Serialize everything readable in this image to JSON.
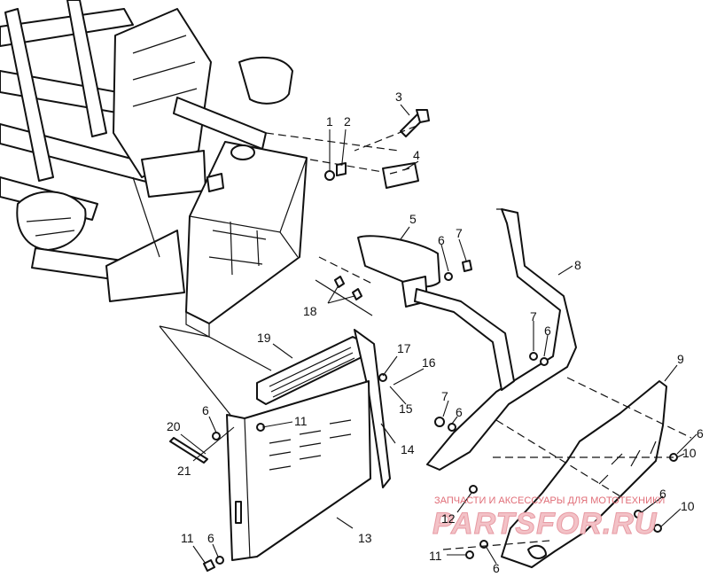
{
  "callouts": [
    {
      "id": "c1",
      "text": "1"
    },
    {
      "id": "c2",
      "text": "2"
    },
    {
      "id": "c3",
      "text": "3"
    },
    {
      "id": "c4",
      "text": "4"
    },
    {
      "id": "c5",
      "text": "5"
    },
    {
      "id": "c6a",
      "text": "6"
    },
    {
      "id": "c7a",
      "text": "7"
    },
    {
      "id": "c8",
      "text": "8"
    },
    {
      "id": "c18",
      "text": "18"
    },
    {
      "id": "c7b",
      "text": "7"
    },
    {
      "id": "c6b",
      "text": "6"
    },
    {
      "id": "c9",
      "text": "9"
    },
    {
      "id": "c19",
      "text": "19"
    },
    {
      "id": "c17",
      "text": "17"
    },
    {
      "id": "c16",
      "text": "16"
    },
    {
      "id": "c15",
      "text": "15"
    },
    {
      "id": "c7c",
      "text": "7"
    },
    {
      "id": "c6c",
      "text": "6"
    },
    {
      "id": "c20",
      "text": "20"
    },
    {
      "id": "c6d",
      "text": "6"
    },
    {
      "id": "c11a",
      "text": "11"
    },
    {
      "id": "c21",
      "text": "21"
    },
    {
      "id": "c14",
      "text": "14"
    },
    {
      "id": "c6e",
      "text": "6"
    },
    {
      "id": "c10a",
      "text": "10"
    },
    {
      "id": "c6f",
      "text": "6"
    },
    {
      "id": "c10b",
      "text": "10"
    },
    {
      "id": "c12",
      "text": "12"
    },
    {
      "id": "c11b",
      "text": "11"
    },
    {
      "id": "c6g",
      "text": "6"
    },
    {
      "id": "c13",
      "text": "13"
    },
    {
      "id": "c11c",
      "text": "11"
    },
    {
      "id": "c6h",
      "text": "6"
    }
  ],
  "watermark": {
    "tagline": "ЗАПЧАСТИ И АКСЕССУАРЫ ДЛЯ МОТОТЕХНИКИ",
    "brand": "PARTSFOR.RU"
  }
}
